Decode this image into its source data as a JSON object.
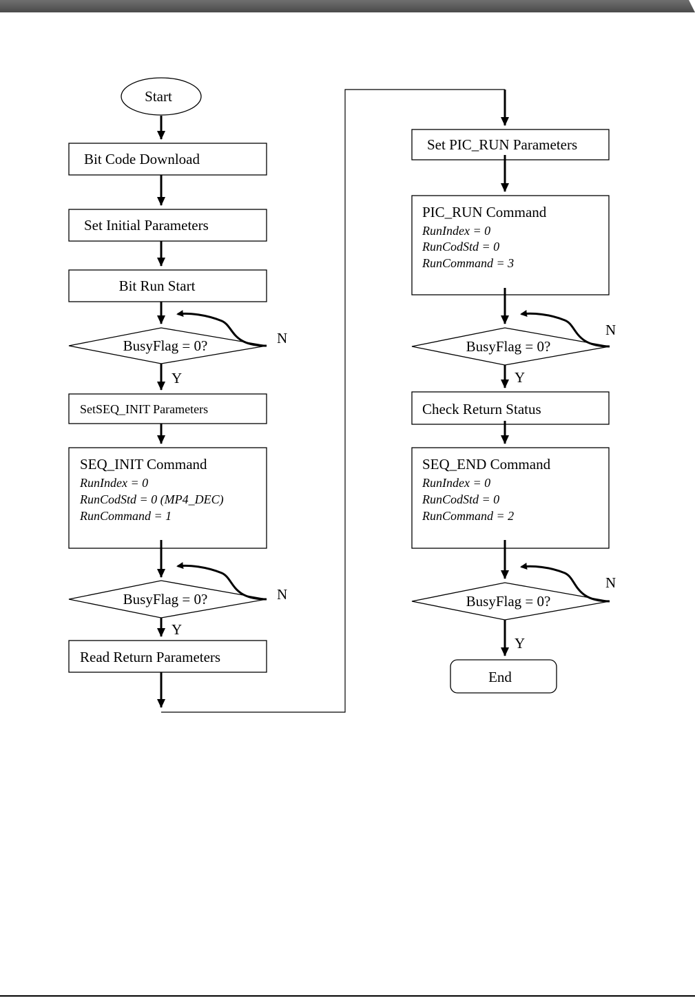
{
  "header_bar": "",
  "flow": {
    "start": "Start",
    "bit_code_download": "Bit Code Download",
    "set_initial_parameters": "Set Initial Parameters",
    "bit_run_start": "Bit Run Start",
    "busy_check_1": "BusyFlag = 0?",
    "set_seq_init_parameters": "SetSEQ_INIT Parameters",
    "seq_init_command": {
      "title": "SEQ_INIT Command",
      "params": [
        "RunIndex = 0",
        "RunCodStd = 0 (MP4_DEC)",
        "RunCommand = 1"
      ]
    },
    "busy_check_2": "BusyFlag = 0?",
    "read_return_parameters": "Read Return Parameters",
    "set_pic_run_parameters": "Set PIC_RUN Parameters",
    "pic_run_command": {
      "title": "PIC_RUN Command",
      "params": [
        "RunIndex = 0",
        "RunCodStd = 0",
        "RunCommand = 3"
      ]
    },
    "busy_check_3": "BusyFlag = 0?",
    "check_return_status": "Check Return Status",
    "seq_end_command": {
      "title": "SEQ_END Command",
      "params": [
        "RunIndex = 0",
        "RunCodStd = 0",
        "RunCommand = 2"
      ]
    },
    "busy_check_4": "BusyFlag = 0?",
    "end": "End",
    "yes_label": "Y",
    "no_label": "N"
  }
}
